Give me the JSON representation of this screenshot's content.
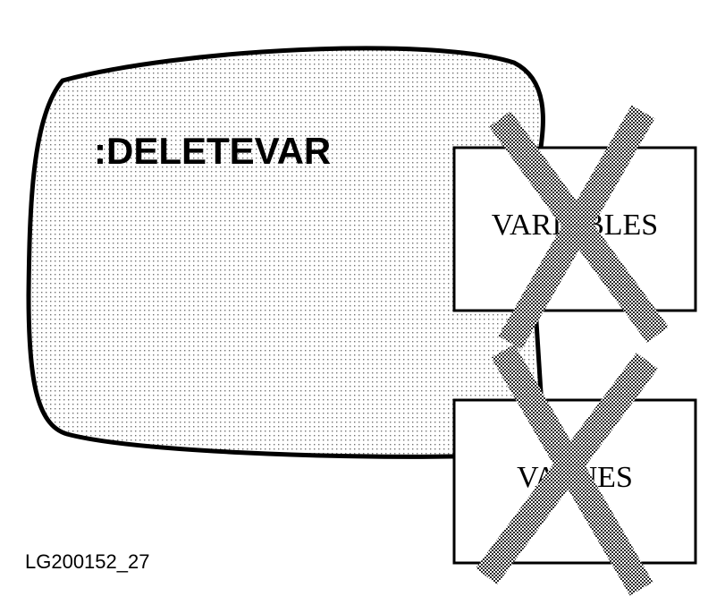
{
  "screen": {
    "command": ":DELETEVAR"
  },
  "boxes": {
    "variables_label": "VARIABLES",
    "values_label": "VALUES"
  },
  "figure_id": "LG200152_27",
  "colors": {
    "line": "#000000",
    "background": "#ffffff",
    "dot_pattern": "#000000",
    "cross": "#9a9a9a"
  }
}
